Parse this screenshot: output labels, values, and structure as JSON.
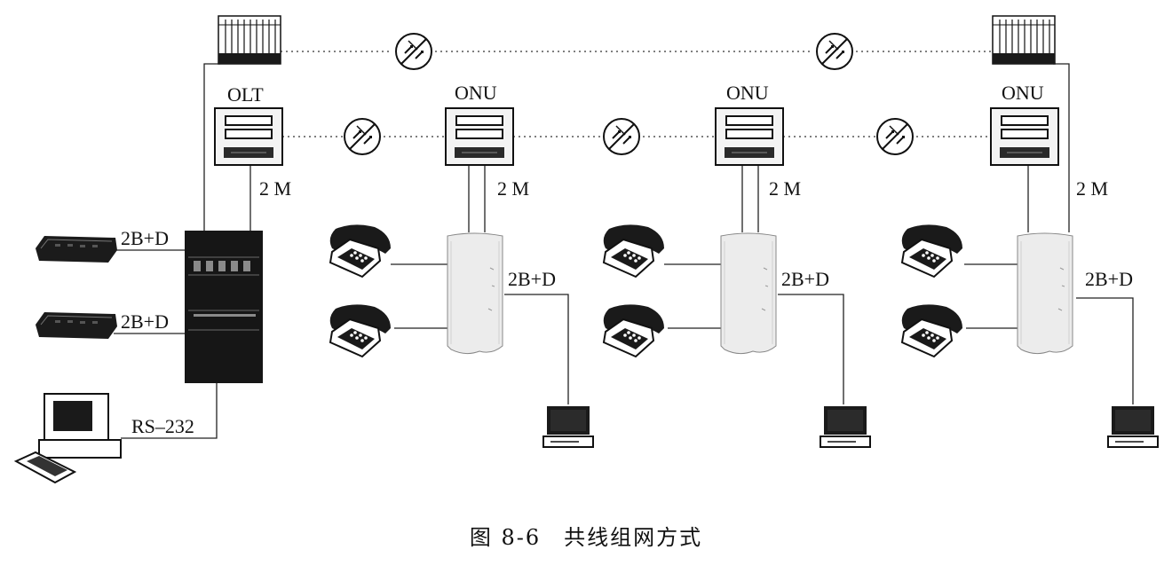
{
  "labels": {
    "olt": "OLT",
    "onu_1": "ONU",
    "onu_2": "ONU",
    "onu_3": "ONU",
    "rate_olt": "2 M",
    "rate_onu_1": "2 M",
    "rate_onu_2": "2 M",
    "rate_onu_3": "2 M",
    "isdn_1": "2B+D",
    "isdn_2": "2B+D",
    "isdn_onu_1": "2B+D",
    "isdn_onu_2": "2B+D",
    "isdn_onu_3": "2B+D",
    "serial": "RS–232"
  },
  "caption": "图 8-6　共线组网方式",
  "icons": {
    "odf": "optical-distribution-frame-icon",
    "splitter": "optical-coupler-icon",
    "nt": "terminal-device-icon",
    "exchange": "exchange-cabinet-icon",
    "cabinet": "onu-cabinet-icon",
    "phone": "telephone-icon",
    "pc": "computer-icon",
    "workstation": "workstation-icon"
  }
}
